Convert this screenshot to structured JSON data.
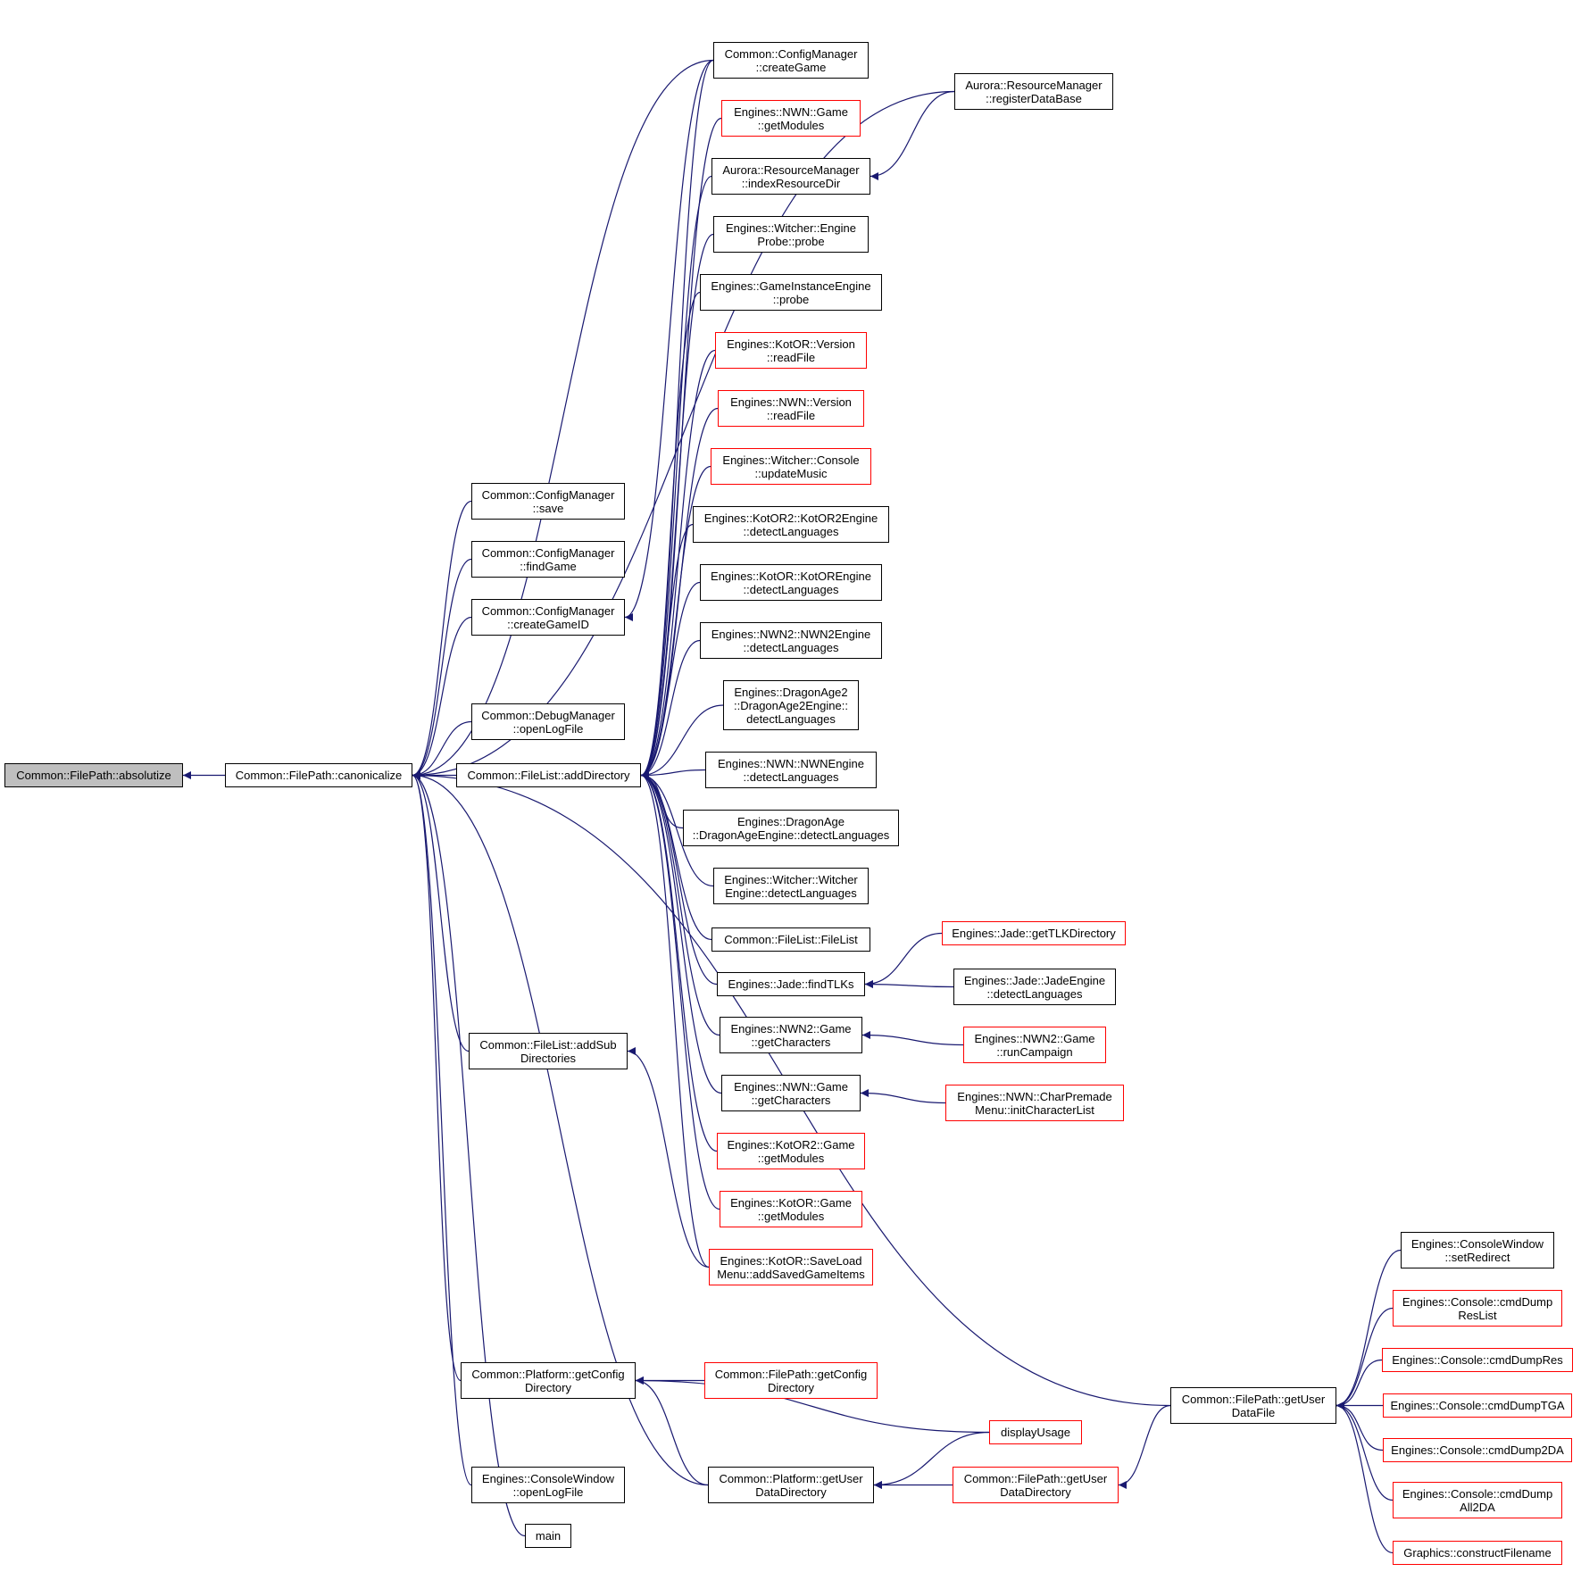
{
  "colors": {
    "edge": "#191970",
    "node_border": "#000000",
    "node_border_ref": "#ff0000",
    "focus_fill": "#bfbfbf"
  },
  "nodes": {
    "absolutize": {
      "label": "Common::FilePath::absolutize",
      "style": "focus"
    },
    "canonicalize": {
      "label": "Common::FilePath::canonicalize",
      "style": "normal"
    },
    "cm_save": {
      "label": "Common::ConfigManager\n::save",
      "style": "normal"
    },
    "cm_findgame": {
      "label": "Common::ConfigManager\n::findGame",
      "style": "normal"
    },
    "cm_creategameid": {
      "label": "Common::ConfigManager\n::createGameID",
      "style": "normal"
    },
    "dbg_openlog": {
      "label": "Common::DebugManager\n::openLogFile",
      "style": "normal"
    },
    "fl_adddirectory": {
      "label": "Common::FileList::addDirectory",
      "style": "normal"
    },
    "fl_addsubdirs": {
      "label": "Common::FileList::addSub\nDirectories",
      "style": "normal"
    },
    "plat_getconfigdir": {
      "label": "Common::Platform::getConfig\nDirectory",
      "style": "normal"
    },
    "cw_openlog": {
      "label": "Engines::ConsoleWindow\n::openLogFile",
      "style": "normal"
    },
    "main": {
      "label": "main",
      "style": "normal"
    },
    "cm_creategame": {
      "label": "Common::ConfigManager\n::createGame",
      "style": "normal"
    },
    "nwn_getmodules": {
      "label": "Engines::NWN::Game\n::getModules",
      "style": "red"
    },
    "rm_indexresdir": {
      "label": "Aurora::ResourceManager\n::indexResourceDir",
      "style": "normal"
    },
    "witcher_probe": {
      "label": "Engines::Witcher::Engine\nProbe::probe",
      "style": "normal"
    },
    "gie_probe": {
      "label": "Engines::GameInstanceEngine\n::probe",
      "style": "normal"
    },
    "kotor_version_readfile": {
      "label": "Engines::KotOR::Version\n::readFile",
      "style": "red"
    },
    "nwn_version_readfile": {
      "label": "Engines::NWN::Version\n::readFile",
      "style": "red"
    },
    "witcher_console_updatemusic": {
      "label": "Engines::Witcher::Console\n::updateMusic",
      "style": "red"
    },
    "kotor2_detectlang": {
      "label": "Engines::KotOR2::KotOR2Engine\n::detectLanguages",
      "style": "normal"
    },
    "kotor_detectlang": {
      "label": "Engines::KotOR::KotOREngine\n::detectLanguages",
      "style": "normal"
    },
    "nwn2_detectlang": {
      "label": "Engines::NWN2::NWN2Engine\n::detectLanguages",
      "style": "normal"
    },
    "da2_detectlang": {
      "label": "Engines::DragonAge2\n::DragonAge2Engine::\ndetectLanguages",
      "style": "normal"
    },
    "nwn_detectlang": {
      "label": "Engines::NWN::NWNEngine\n::detectLanguages",
      "style": "normal"
    },
    "da_detectlang": {
      "label": "Engines::DragonAge\n::DragonAgeEngine::detectLanguages",
      "style": "normal"
    },
    "witcher_detectlang": {
      "label": "Engines::Witcher::Witcher\nEngine::detectLanguages",
      "style": "normal"
    },
    "fl_filelist": {
      "label": "Common::FileList::FileList",
      "style": "normal"
    },
    "jade_findtlks": {
      "label": "Engines::Jade::findTLKs",
      "style": "normal"
    },
    "nwn2_getchars": {
      "label": "Engines::NWN2::Game\n::getCharacters",
      "style": "normal"
    },
    "nwn_getchars": {
      "label": "Engines::NWN::Game\n::getCharacters",
      "style": "normal"
    },
    "kotor2_getmodules": {
      "label": "Engines::KotOR2::Game\n::getModules",
      "style": "red"
    },
    "kotor_getmodules": {
      "label": "Engines::KotOR::Game\n::getModules",
      "style": "red"
    },
    "kotor_saveload": {
      "label": "Engines::KotOR::SaveLoad\nMenu::addSavedGameItems",
      "style": "red"
    },
    "rm_registerdb": {
      "label": "Aurora::ResourceManager\n::registerDataBase",
      "style": "normal"
    },
    "jade_gettlkdir": {
      "label": "Engines::Jade::getTLKDirectory",
      "style": "red"
    },
    "jade_detectlang": {
      "label": "Engines::Jade::JadeEngine\n::detectLanguages",
      "style": "normal"
    },
    "nwn2_runcampaign": {
      "label": "Engines::NWN2::Game\n::runCampaign",
      "style": "red"
    },
    "nwn_initcharlist": {
      "label": "Engines::NWN::CharPremade\nMenu::initCharacterList",
      "style": "red"
    },
    "fp_getconfigdir": {
      "label": "Common::FilePath::getConfig\nDirectory",
      "style": "red"
    },
    "displayusage": {
      "label": "displayUsage",
      "style": "red"
    },
    "plat_getuserdatadir": {
      "label": "Common::Platform::getUser\nDataDirectory",
      "style": "normal"
    },
    "fp_getuserdatadir": {
      "label": "Common::FilePath::getUser\nDataDirectory",
      "style": "red"
    },
    "fp_getuserdatafile": {
      "label": "Common::FilePath::getUser\nDataFile",
      "style": "normal"
    },
    "cw_setredirect": {
      "label": "Engines::ConsoleWindow\n::setRedirect",
      "style": "normal"
    },
    "con_dumpreslist": {
      "label": "Engines::Console::cmdDump\nResList",
      "style": "red"
    },
    "con_dumpres": {
      "label": "Engines::Console::cmdDumpRes",
      "style": "red"
    },
    "con_dumptga": {
      "label": "Engines::Console::cmdDumpTGA",
      "style": "red"
    },
    "con_dump2da": {
      "label": "Engines::Console::cmdDump2DA",
      "style": "red"
    },
    "con_dumpall2da": {
      "label": "Engines::Console::cmdDump\nAll2DA",
      "style": "red"
    },
    "gfx_constructfilename": {
      "label": "Graphics::constructFilename",
      "style": "red"
    }
  },
  "edges": [
    [
      "canonicalize",
      "absolutize"
    ],
    [
      "cm_save",
      "canonicalize"
    ],
    [
      "cm_findgame",
      "canonicalize"
    ],
    [
      "cm_creategameid",
      "canonicalize"
    ],
    [
      "dbg_openlog",
      "canonicalize"
    ],
    [
      "fl_adddirectory",
      "canonicalize"
    ],
    [
      "fl_addsubdirs",
      "canonicalize"
    ],
    [
      "plat_getconfigdir",
      "canonicalize"
    ],
    [
      "cw_openlog",
      "canonicalize"
    ],
    [
      "main",
      "canonicalize"
    ],
    [
      "cm_creategame",
      "canonicalize"
    ],
    [
      "rm_registerdb",
      "canonicalize"
    ],
    [
      "plat_getuserdatadir",
      "canonicalize"
    ],
    [
      "fp_getuserdatafile",
      "canonicalize"
    ],
    [
      "cm_creategame",
      "fl_adddirectory"
    ],
    [
      "nwn_getmodules",
      "fl_adddirectory"
    ],
    [
      "rm_indexresdir",
      "fl_adddirectory"
    ],
    [
      "witcher_probe",
      "fl_adddirectory"
    ],
    [
      "gie_probe",
      "fl_adddirectory"
    ],
    [
      "kotor_version_readfile",
      "fl_adddirectory"
    ],
    [
      "nwn_version_readfile",
      "fl_adddirectory"
    ],
    [
      "witcher_console_updatemusic",
      "fl_adddirectory"
    ],
    [
      "kotor2_detectlang",
      "fl_adddirectory"
    ],
    [
      "kotor_detectlang",
      "fl_adddirectory"
    ],
    [
      "nwn2_detectlang",
      "fl_adddirectory"
    ],
    [
      "da2_detectlang",
      "fl_adddirectory"
    ],
    [
      "nwn_detectlang",
      "fl_adddirectory"
    ],
    [
      "da_detectlang",
      "fl_adddirectory"
    ],
    [
      "witcher_detectlang",
      "fl_adddirectory"
    ],
    [
      "fl_filelist",
      "fl_adddirectory"
    ],
    [
      "jade_findtlks",
      "fl_adddirectory"
    ],
    [
      "nwn2_getchars",
      "fl_adddirectory"
    ],
    [
      "nwn_getchars",
      "fl_adddirectory"
    ],
    [
      "kotor2_getmodules",
      "fl_adddirectory"
    ],
    [
      "kotor_getmodules",
      "fl_adddirectory"
    ],
    [
      "kotor_saveload",
      "fl_adddirectory"
    ],
    [
      "cm_creategame",
      "cm_creategameid"
    ],
    [
      "kotor_saveload",
      "fl_addsubdirs"
    ],
    [
      "rm_registerdb",
      "rm_indexresdir"
    ],
    [
      "jade_gettlkdir",
      "jade_findtlks"
    ],
    [
      "jade_detectlang",
      "jade_findtlks"
    ],
    [
      "nwn2_runcampaign",
      "nwn2_getchars"
    ],
    [
      "nwn_initcharlist",
      "nwn_getchars"
    ],
    [
      "fp_getconfigdir",
      "plat_getconfigdir"
    ],
    [
      "displayusage",
      "plat_getconfigdir"
    ],
    [
      "plat_getuserdatadir",
      "plat_getconfigdir"
    ],
    [
      "displayusage",
      "plat_getuserdatadir"
    ],
    [
      "fp_getuserdatadir",
      "plat_getuserdatadir"
    ],
    [
      "fp_getuserdatafile",
      "fp_getuserdatadir"
    ],
    [
      "cw_setredirect",
      "fp_getuserdatafile"
    ],
    [
      "con_dumpreslist",
      "fp_getuserdatafile"
    ],
    [
      "con_dumpres",
      "fp_getuserdatafile"
    ],
    [
      "con_dumptga",
      "fp_getuserdatafile"
    ],
    [
      "con_dump2da",
      "fp_getuserdatafile"
    ],
    [
      "con_dumpall2da",
      "fp_getuserdatafile"
    ],
    [
      "gfx_constructfilename",
      "fp_getuserdatafile"
    ]
  ]
}
